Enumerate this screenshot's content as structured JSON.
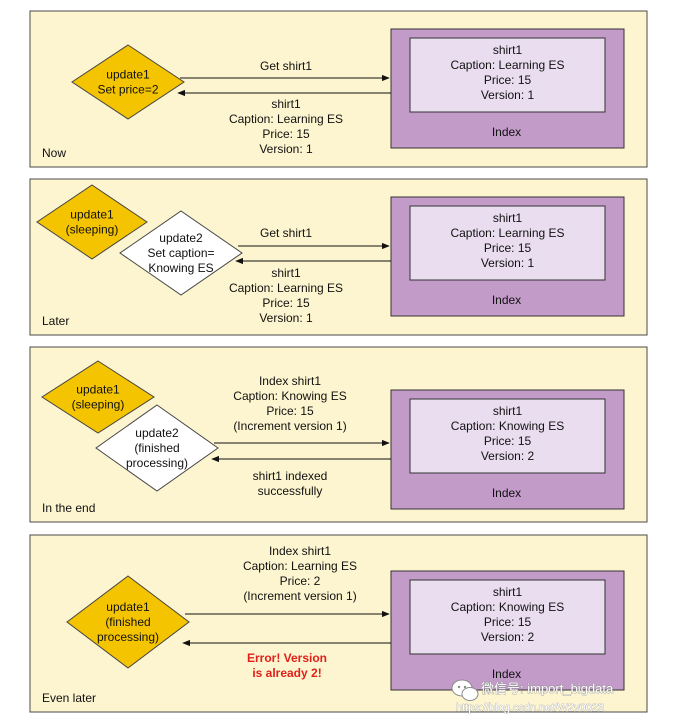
{
  "colors": {
    "panel_fill": "#fdf5cf",
    "panel_stroke": "#4a4a4a",
    "index_outer": "#c39bc9",
    "index_inner": "#e9ddef",
    "active_diamond": "#f5c400",
    "waiting_diamond": "#ffffff",
    "error_text": "#e0201a"
  },
  "panels": [
    {
      "caption": "Now",
      "request_label": [
        "Get shirt1"
      ],
      "response_label": [
        "shirt1",
        "Caption: Learning ES",
        "Price: 15",
        "Version: 1"
      ],
      "response_is_error": false,
      "index_doc": [
        "shirt1",
        "Caption: Learning ES",
        "Price: 15",
        "Version: 1"
      ],
      "index_title": "Index",
      "diamonds": [
        {
          "name": "update1",
          "lines": [
            "update1",
            "Set price=2"
          ],
          "state": "active"
        }
      ]
    },
    {
      "caption": "Later",
      "request_label": [
        "Get shirt1"
      ],
      "response_label": [
        "shirt1",
        "Caption: Learning ES",
        "Price: 15",
        "Version: 1"
      ],
      "response_is_error": false,
      "index_doc": [
        "shirt1",
        "Caption: Learning ES",
        "Price: 15",
        "Version: 1"
      ],
      "index_title": "Index",
      "diamonds": [
        {
          "name": "update1",
          "lines": [
            "update1",
            "(sleeping)"
          ],
          "state": "active"
        },
        {
          "name": "update2",
          "lines": [
            "update2",
            "Set caption=",
            "Knowing ES"
          ],
          "state": "waiting"
        }
      ]
    },
    {
      "caption": "In the end",
      "request_label": [
        "Index shirt1",
        "Caption: Knowing ES",
        "Price: 15",
        "(Increment version 1)"
      ],
      "response_label": [
        "shirt1 indexed",
        "successfully"
      ],
      "response_is_error": false,
      "index_doc": [
        "shirt1",
        "Caption: Knowing ES",
        "Price: 15",
        "Version: 2"
      ],
      "index_title": "Index",
      "diamonds": [
        {
          "name": "update1",
          "lines": [
            "update1",
            "(sleeping)"
          ],
          "state": "active"
        },
        {
          "name": "update2",
          "lines": [
            "update2",
            "(finished",
            "processing)"
          ],
          "state": "waiting"
        }
      ]
    },
    {
      "caption": "Even later",
      "request_label": [
        "Index shirt1",
        "Caption: Learning ES",
        "Price: 2",
        "(Increment version 1)"
      ],
      "response_label": [
        "Error! Version",
        "is already 2!"
      ],
      "response_is_error": true,
      "index_doc": [
        "shirt1",
        "Caption: Knowing ES",
        "Price: 15",
        "Version: 2"
      ],
      "index_title": "Index",
      "diamonds": [
        {
          "name": "update1",
          "lines": [
            "update1",
            "(finished",
            "processing)"
          ],
          "state": "active"
        }
      ]
    }
  ],
  "watermark": {
    "line1": "微信号: import_bigdata",
    "line2": "https://blog.csdn.net/W2v0023"
  }
}
